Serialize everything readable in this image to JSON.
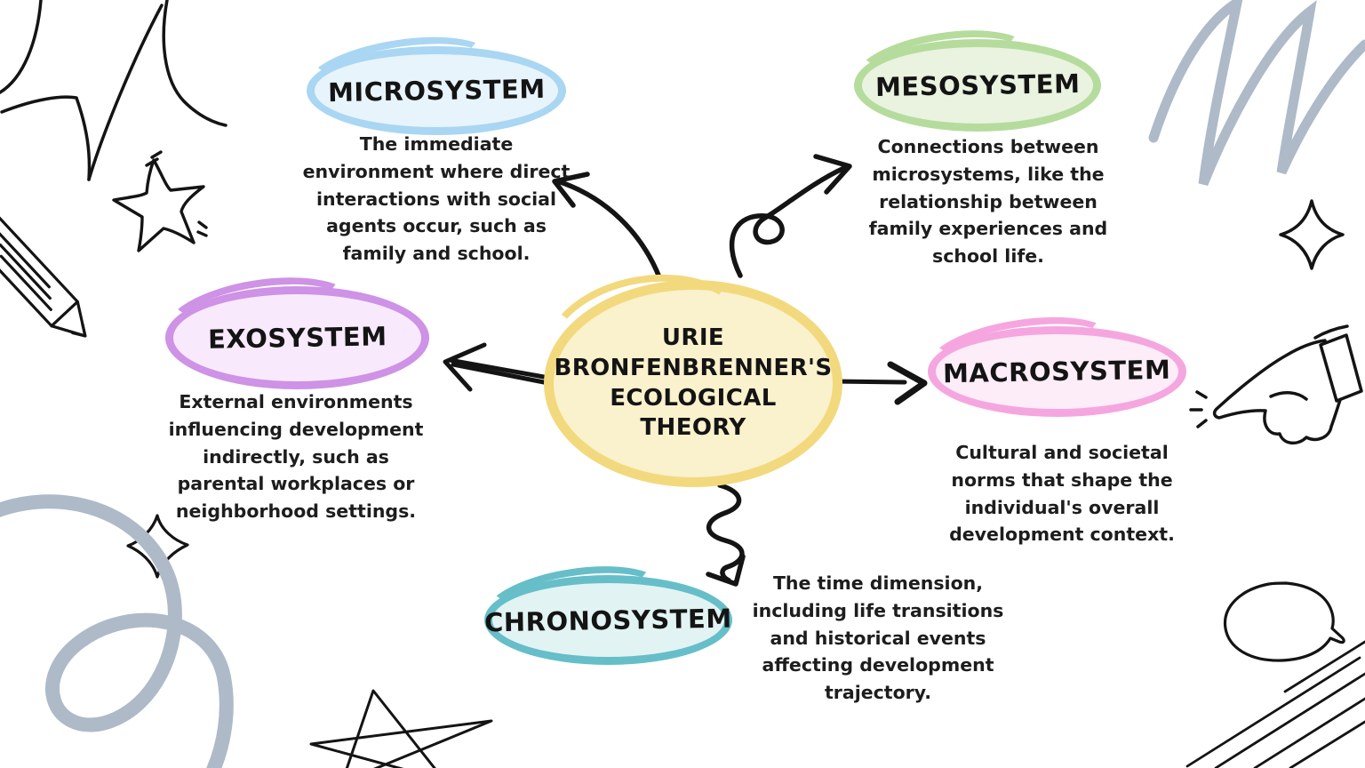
{
  "title": "Urie Bronfenbrenner's Ecological Theory mind map",
  "center": {
    "lines": [
      "URIE",
      "BRONFENBRENNER'S",
      "ECOLOGICAL",
      "THEORY"
    ],
    "fill": "#FAF1CD",
    "border": "#F3D97E"
  },
  "nodes": [
    {
      "id": "microsystem",
      "label": "MICROSYSTEM",
      "description": "The immediate environment where direct interactions with social agents occur, such as family and school.",
      "fill": "#E8F4FC",
      "border": "#A9D6F2"
    },
    {
      "id": "mesosystem",
      "label": "MESOSYSTEM",
      "description": "Connections between microsystems, like the relationship between family experiences and school life.",
      "fill": "#E9F3E0",
      "border": "#B5DC9C"
    },
    {
      "id": "exosystem",
      "label": "EXOSYSTEM",
      "description": "External environments influencing development indirectly, such as parental workplaces or neighborhood settings.",
      "fill": "#F8EAFC",
      "border": "#CE92E6"
    },
    {
      "id": "macrosystem",
      "label": "MACROSYSTEM",
      "description": "Cultural and societal norms that shape the individual's overall development context.",
      "fill": "#FCEDF8",
      "border": "#F5A6DF"
    },
    {
      "id": "chronosystem",
      "label": "CHRONOSYSTEM",
      "description": "The time dimension, including life transitions and historical events affecting development trajectory.",
      "fill": "#E2F3F4",
      "border": "#66BEC9"
    }
  ],
  "colors": {
    "background": "#FFFFFF",
    "ink": "#141414",
    "gray_doodle": "#AEBAC8"
  },
  "doodles": [
    "burst-doodle",
    "star-doodle",
    "pencil-doodle",
    "swirl-doodle",
    "diamond-doodle",
    "pentagram-doodle",
    "scribble-doodle",
    "sparkle-diamond-doodle",
    "pointing-hand-doodle",
    "speech-bubble-doodle",
    "hatch-lines-doodle"
  ],
  "arrows": [
    "arrow-to-microsystem",
    "arrow-to-mesosystem",
    "arrow-to-exosystem",
    "arrow-to-macrosystem",
    "arrow-to-chronosystem"
  ]
}
